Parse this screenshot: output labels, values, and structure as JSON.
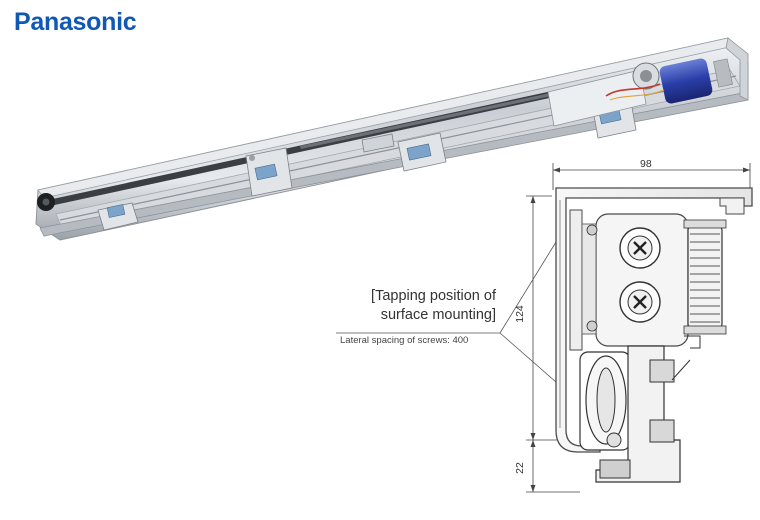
{
  "brand": {
    "name": "Panasonic",
    "color": "#0F58B4"
  },
  "callout": {
    "line1": "[Tapping position of",
    "line2": "surface mounting]",
    "line3": "Lateral spacing of screws: 400"
  },
  "dimensions": {
    "width": "98",
    "height": "124",
    "bottom": "22"
  }
}
